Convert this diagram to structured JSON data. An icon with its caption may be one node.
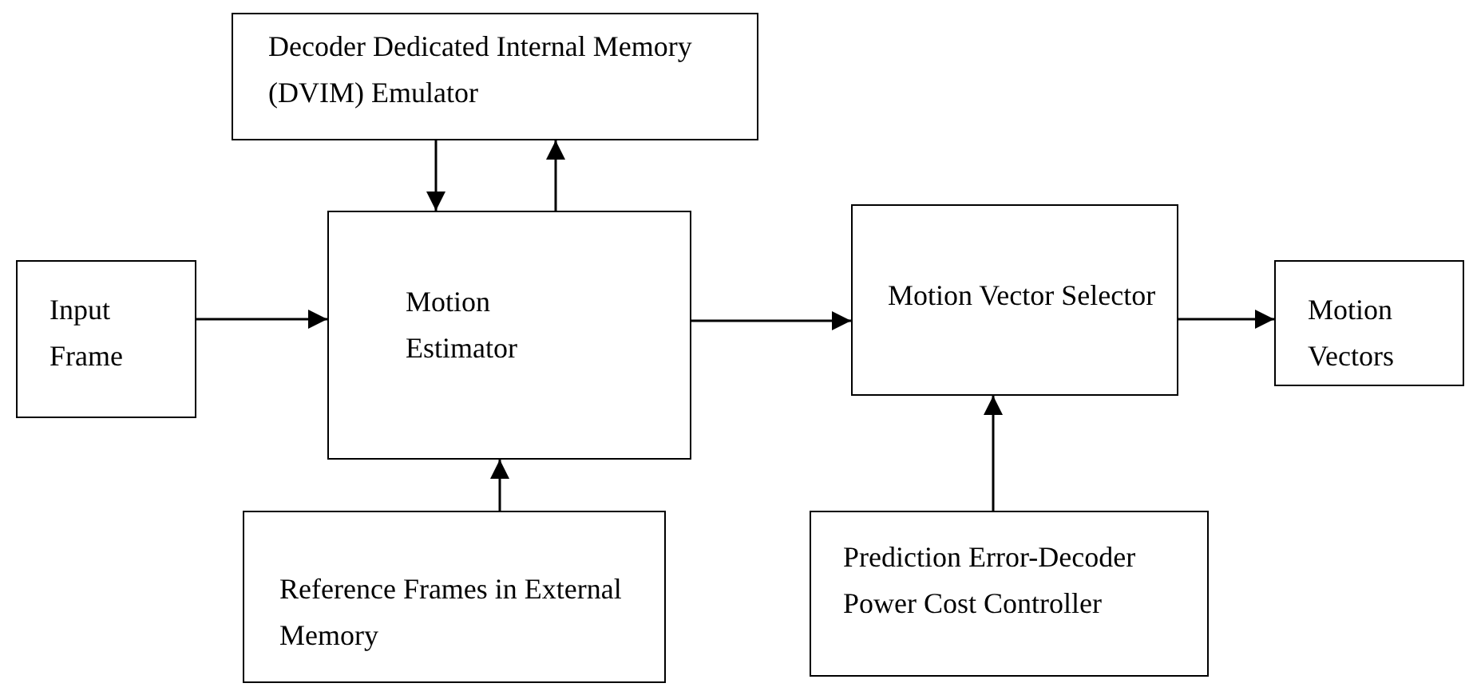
{
  "diagram": {
    "nodes": [
      {
        "text": [
          "Decoder Dedicated Internal Memory (DVIM) Emulator"
        ]
      },
      {
        "text": [
          "Input Frame"
        ]
      },
      {
        "text": [
          "Motion Estimator"
        ]
      },
      {
        "text": [
          "Motion Vector Selector"
        ]
      },
      {
        "text": [
          "Motion Vectors"
        ]
      },
      {
        "text": [
          "Reference Frames in External Memory"
        ]
      },
      {
        "text": [
          "Prediction Error-Decoder Power Cost Controller"
        ]
      }
    ],
    "edges": [
      {
        "from": 1,
        "to": 2,
        "arrow": "to"
      },
      {
        "from": 0,
        "to": 2,
        "arrow": "to"
      },
      {
        "from": 2,
        "to": 0,
        "arrow": "to"
      },
      {
        "from": 2,
        "to": 3,
        "arrow": "to"
      },
      {
        "from": 3,
        "to": 4,
        "arrow": "to"
      },
      {
        "from": 5,
        "to": 2,
        "arrow": "to"
      },
      {
        "from": 6,
        "to": 3,
        "arrow": "to"
      }
    ]
  }
}
